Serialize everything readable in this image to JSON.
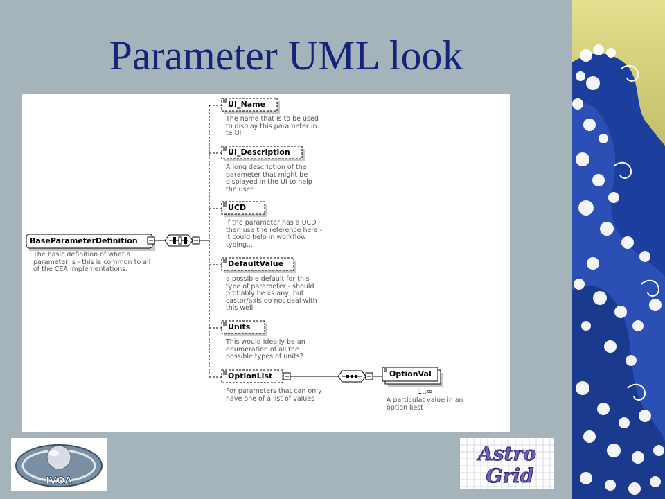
{
  "slide": {
    "title": "Parameter UML look"
  },
  "diagram": {
    "root": {
      "label": "BaseParameterDefinition",
      "description": "The basic definition of what a\nparameter is - this is common to all\nof the CEA implementations."
    },
    "elements": [
      {
        "label": "UI_Name",
        "description": "The name that is to be used\nto display this parameter in\nte UI"
      },
      {
        "label": "UI_Description",
        "description": "A long description of the\nparameter that might be\ndisplayed in the UI to help\nthe user"
      },
      {
        "label": "UCD",
        "description": "If the parameter has a UCD\nthen use the reference here -\nit could help in workflow\ntyping..."
      },
      {
        "label": "DefaultValue",
        "description": "a possible default for this\ntype of parameter - should\nprobably be xs:any, but\ncastor/axis do not deal with\nthis well"
      },
      {
        "label": "Units",
        "description": "This would ideally be an\nenumeration of all the\npossible types of units?"
      },
      {
        "label": "OptionList",
        "description": "For parameters that can only\nhave one of a list of values"
      }
    ],
    "option_val": {
      "label": "OptionVal",
      "description": "A particulat value in an\noption liest",
      "multiplicity": "1..∞"
    }
  },
  "logos": {
    "ivoa_text": "IVOA",
    "astrogrid_line1": "Astro",
    "astrogrid_line2": "Grid"
  }
}
